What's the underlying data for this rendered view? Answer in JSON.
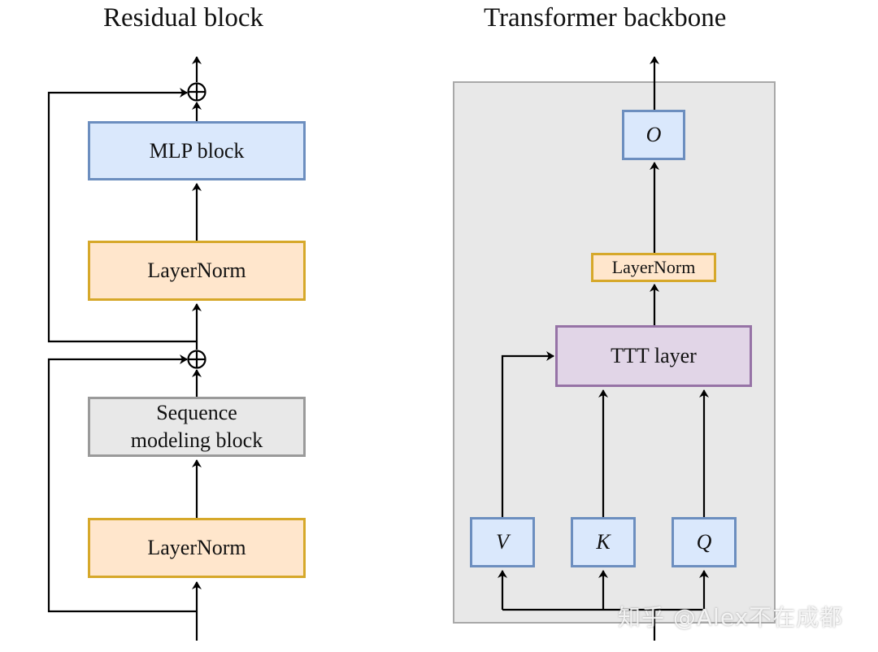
{
  "left_panel": {
    "title": "Residual block",
    "blocks": {
      "mlp": "MLP block",
      "layernorm_top": "LayerNorm",
      "sequence_line1": "Sequence",
      "sequence_line2": "modeling block",
      "layernorm_bottom": "LayerNorm"
    },
    "add_symbol": "⊕"
  },
  "right_panel": {
    "title": "Transformer backbone",
    "blocks": {
      "output": "O",
      "layernorm": "LayerNorm",
      "ttt": "TTT layer",
      "v": "V",
      "k": "K",
      "q": "Q"
    }
  },
  "watermark": "知乎 @Alex不在成都",
  "colors": {
    "blue_fill": "#dae8fc",
    "blue_border": "#6c8ebf",
    "orange_fill": "#ffe6cc",
    "orange_border": "#d6a82a",
    "gray_fill": "#e8e8e8",
    "gray_border": "#9a9a9a",
    "purple_fill": "#e1d5e7",
    "purple_border": "#9673a6"
  }
}
